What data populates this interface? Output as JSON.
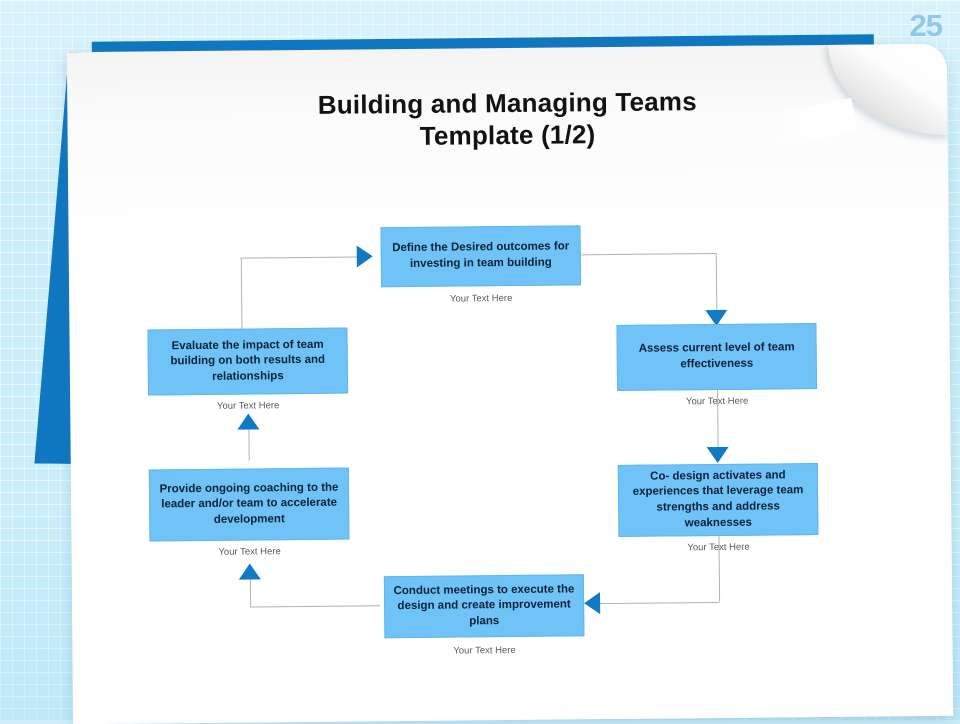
{
  "slide": {
    "page_number": "25",
    "title_line1": "Building and Managing Teams",
    "title_line2": "Template (1/2)",
    "accent_blue": "#1077c2",
    "node_fill": "#6fc3f7",
    "arrow_color": "#1279c4",
    "background_color": "#caeefb"
  },
  "flow": {
    "caption_default": "Your Text Here",
    "nodes": [
      {
        "id": "define-outcomes",
        "text": "Define the Desired outcomes for investing in team building",
        "caption": "Your Text Here"
      },
      {
        "id": "assess-effectiveness",
        "text": "Assess current level of team effectiveness",
        "caption": "Your Text Here"
      },
      {
        "id": "co-design",
        "text": "Co- design activates and experiences that leverage team strengths and address weaknesses",
        "caption": "Your Text Here"
      },
      {
        "id": "conduct-meetings",
        "text": "Conduct meetings to execute the design and create improvement plans",
        "caption": "Your Text Here"
      },
      {
        "id": "provide-coaching",
        "text": "Provide ongoing coaching to the leader and/or team to accelerate development",
        "caption": "Your Text Here"
      },
      {
        "id": "evaluate-impact",
        "text": "Evaluate the impact of team building on both results and relationships",
        "caption": "Your Text Here"
      }
    ],
    "arrows": [
      {
        "id": "arrow-into-define",
        "direction": "right"
      },
      {
        "id": "arrow-into-assess",
        "direction": "down"
      },
      {
        "id": "arrow-into-codesign",
        "direction": "down"
      },
      {
        "id": "arrow-into-conduct",
        "direction": "left"
      },
      {
        "id": "arrow-into-coaching",
        "direction": "up"
      },
      {
        "id": "arrow-into-evaluate",
        "direction": "up"
      }
    ]
  }
}
